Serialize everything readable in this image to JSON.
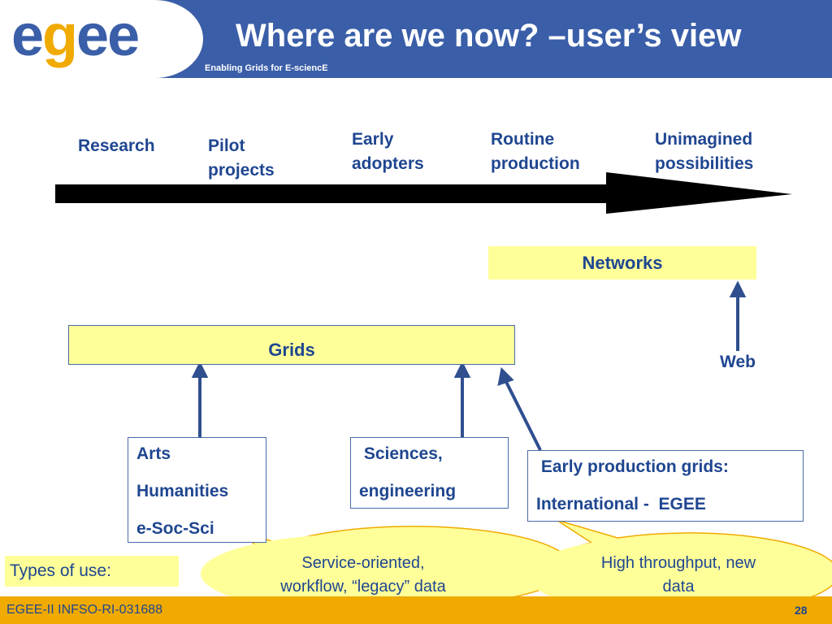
{
  "header": {
    "logo": "egee",
    "title": "Where are we now? –user’s view",
    "tagline": "Enabling Grids for E-sciencE"
  },
  "timeline": {
    "stages": [
      [
        "Research"
      ],
      [
        "Pilot",
        "projects"
      ],
      [
        "Early",
        "adopters"
      ],
      [
        "Routine",
        "production"
      ],
      [
        "Unimagined",
        "possibilities"
      ]
    ]
  },
  "boxes": {
    "networks": "Networks",
    "grids": "Grids",
    "web": "Web",
    "arts": [
      "Arts",
      "Humanities",
      "e-Soc-Sci"
    ],
    "sciences": [
      " Sciences,",
      "engineering"
    ],
    "early_production": [
      " Early production grids:",
      "International -  EGEE"
    ]
  },
  "bubbles": {
    "service": [
      "Service-oriented,",
      "workflow, “legacy” data"
    ],
    "throughput": [
      "High throughput, new",
      "data"
    ]
  },
  "types_of_use": "Types of use:",
  "footer": {
    "project": "EGEE-II INFSO-RI-031688",
    "page": "28"
  },
  "colors": {
    "header_blue": "#3a5ea8",
    "text_blue": "#1f4690",
    "highlight_yellow": "#ffff9a",
    "footer_orange": "#f0aa00"
  }
}
